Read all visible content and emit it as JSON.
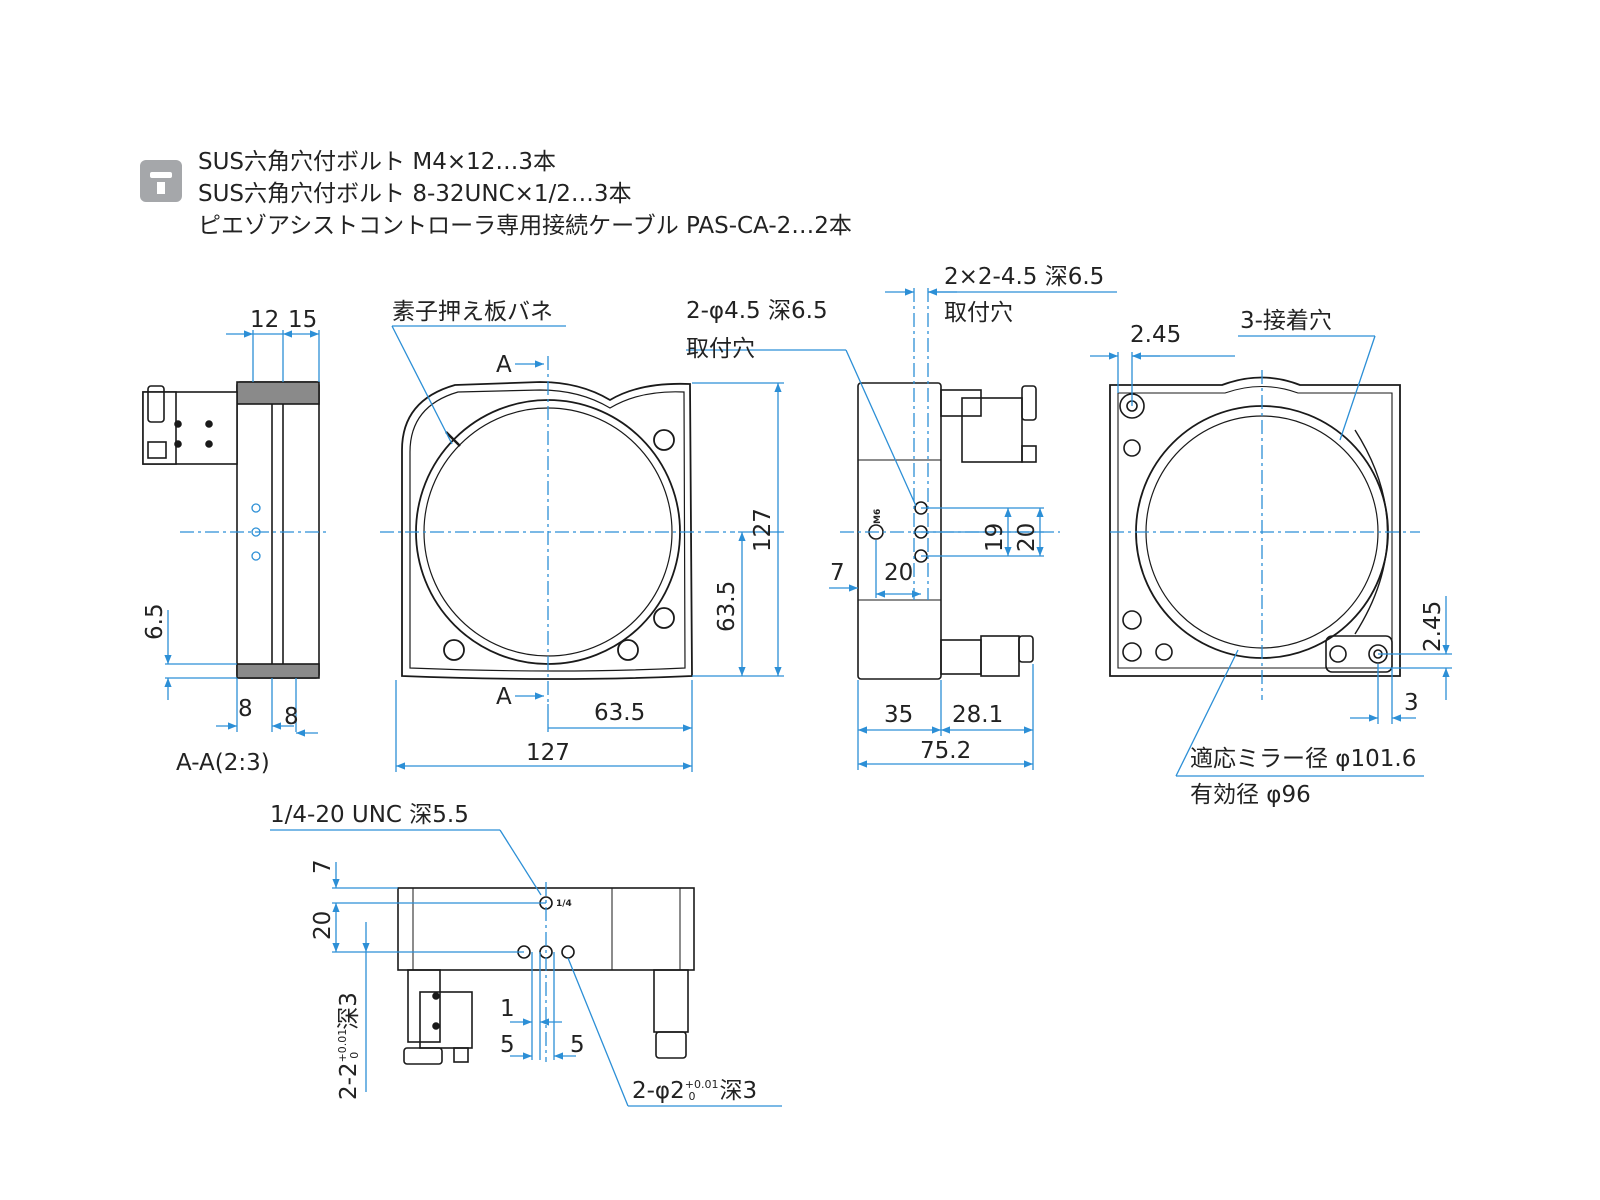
{
  "accessories": {
    "icon": "wrench-tool-icon",
    "items": [
      "SUS六角穴付ボルト M4×12…3本",
      "SUS六角穴付ボルト 8-32UNC×1/2…3本",
      "ピエゾアシストコントローラ専用接続ケーブル PAS-CA-2…2本"
    ]
  },
  "section_view": {
    "caption": "A-A(2:3)",
    "dims": {
      "top_a": "12",
      "top_b": "15",
      "left": "6.5",
      "bottom_a": "8",
      "bottom_b": "8"
    }
  },
  "front_view": {
    "spring_label": "素子押え板バネ",
    "section_mark": "A",
    "dims": {
      "height": "127",
      "half_height": "63.5",
      "half_width": "63.5",
      "width": "127"
    }
  },
  "side_view": {
    "hole_note": "2-φ4.5 深6.5",
    "hole_note2": "取付穴",
    "tap_note": "2×2-4.5 深6.5",
    "tap_note2": "取付穴",
    "tap_mark": "M6",
    "dims": {
      "d7": "7",
      "d20": "20",
      "d19": "19",
      "d20b": "20",
      "d35": "35",
      "d28": "28.1",
      "d75": "75.2"
    }
  },
  "back_view": {
    "adhesive_note": "3-接着穴",
    "mirror_note": "適応ミラー径 φ101.6",
    "aperture_note": "有効径 φ96",
    "dims": {
      "top": "2.45",
      "right": "2.45",
      "bottom": "3"
    }
  },
  "bottom_view": {
    "thread_note": "1/4-20 UNC 深5.5",
    "thread_mark": "1/4",
    "pin_note_main": "2-φ2",
    "pin_note_tol_upper": "+0.01",
    "pin_note_tol_lower": "0",
    "pin_note_depth": "深3",
    "vert_note_main": "2-2",
    "vert_note_depth": "深3",
    "dims": {
      "d7": "7",
      "d20": "20",
      "d1": "1",
      "d5a": "5",
      "d5b": "5"
    }
  },
  "colors": {
    "dimension": "#2c8fd6",
    "outline": "#1a1a1a",
    "label": "#222222"
  }
}
